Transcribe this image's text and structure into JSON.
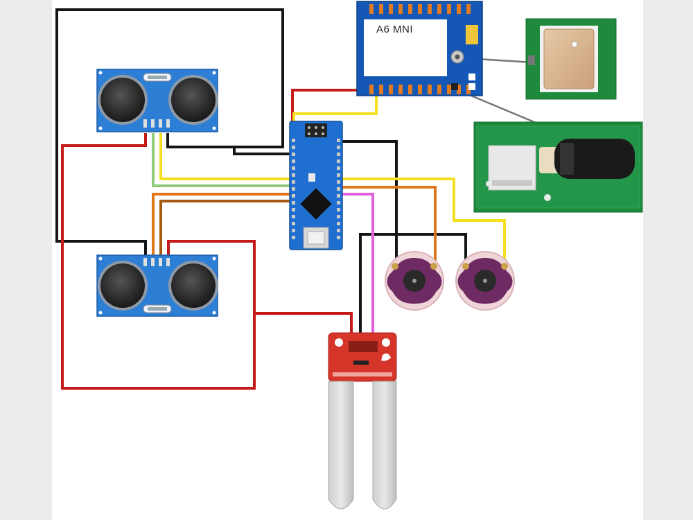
{
  "diagram": {
    "gsm_module_label": "A6 MNI",
    "components": [
      {
        "id": "ultrasonic-sensor-top",
        "kind": "ultrasonic-sensor"
      },
      {
        "id": "ultrasonic-sensor-bottom",
        "kind": "ultrasonic-sensor"
      },
      {
        "id": "arduino-nano",
        "kind": "microcontroller"
      },
      {
        "id": "gsm-module",
        "kind": "gsm-module",
        "label": "A6 MNI"
      },
      {
        "id": "gps-antenna",
        "kind": "gps-antenna"
      },
      {
        "id": "gps-module",
        "kind": "gps-module"
      },
      {
        "id": "buzzer-left",
        "kind": "buzzer"
      },
      {
        "id": "buzzer-right",
        "kind": "buzzer"
      },
      {
        "id": "soil-moisture-sensor",
        "kind": "soil-moisture-sensor"
      }
    ],
    "colors": {
      "background": "#ffffff",
      "sensor_blue": "#2d7fd6",
      "arduino_blue": "#1f6fd0",
      "gsm_blue": "#1557b5",
      "gps_green": "#1f8a3c",
      "soil_red": "#d6362a",
      "buzzer_purple": "#6e2a63",
      "wire_black": "#151515",
      "wire_red": "#c41a1a",
      "wire_yellow": "#f4e020",
      "wire_green": "#8fca7a",
      "wire_orange": "#e0761a",
      "wire_brown": "#a55a12",
      "wire_pink": "#e060e0"
    }
  }
}
